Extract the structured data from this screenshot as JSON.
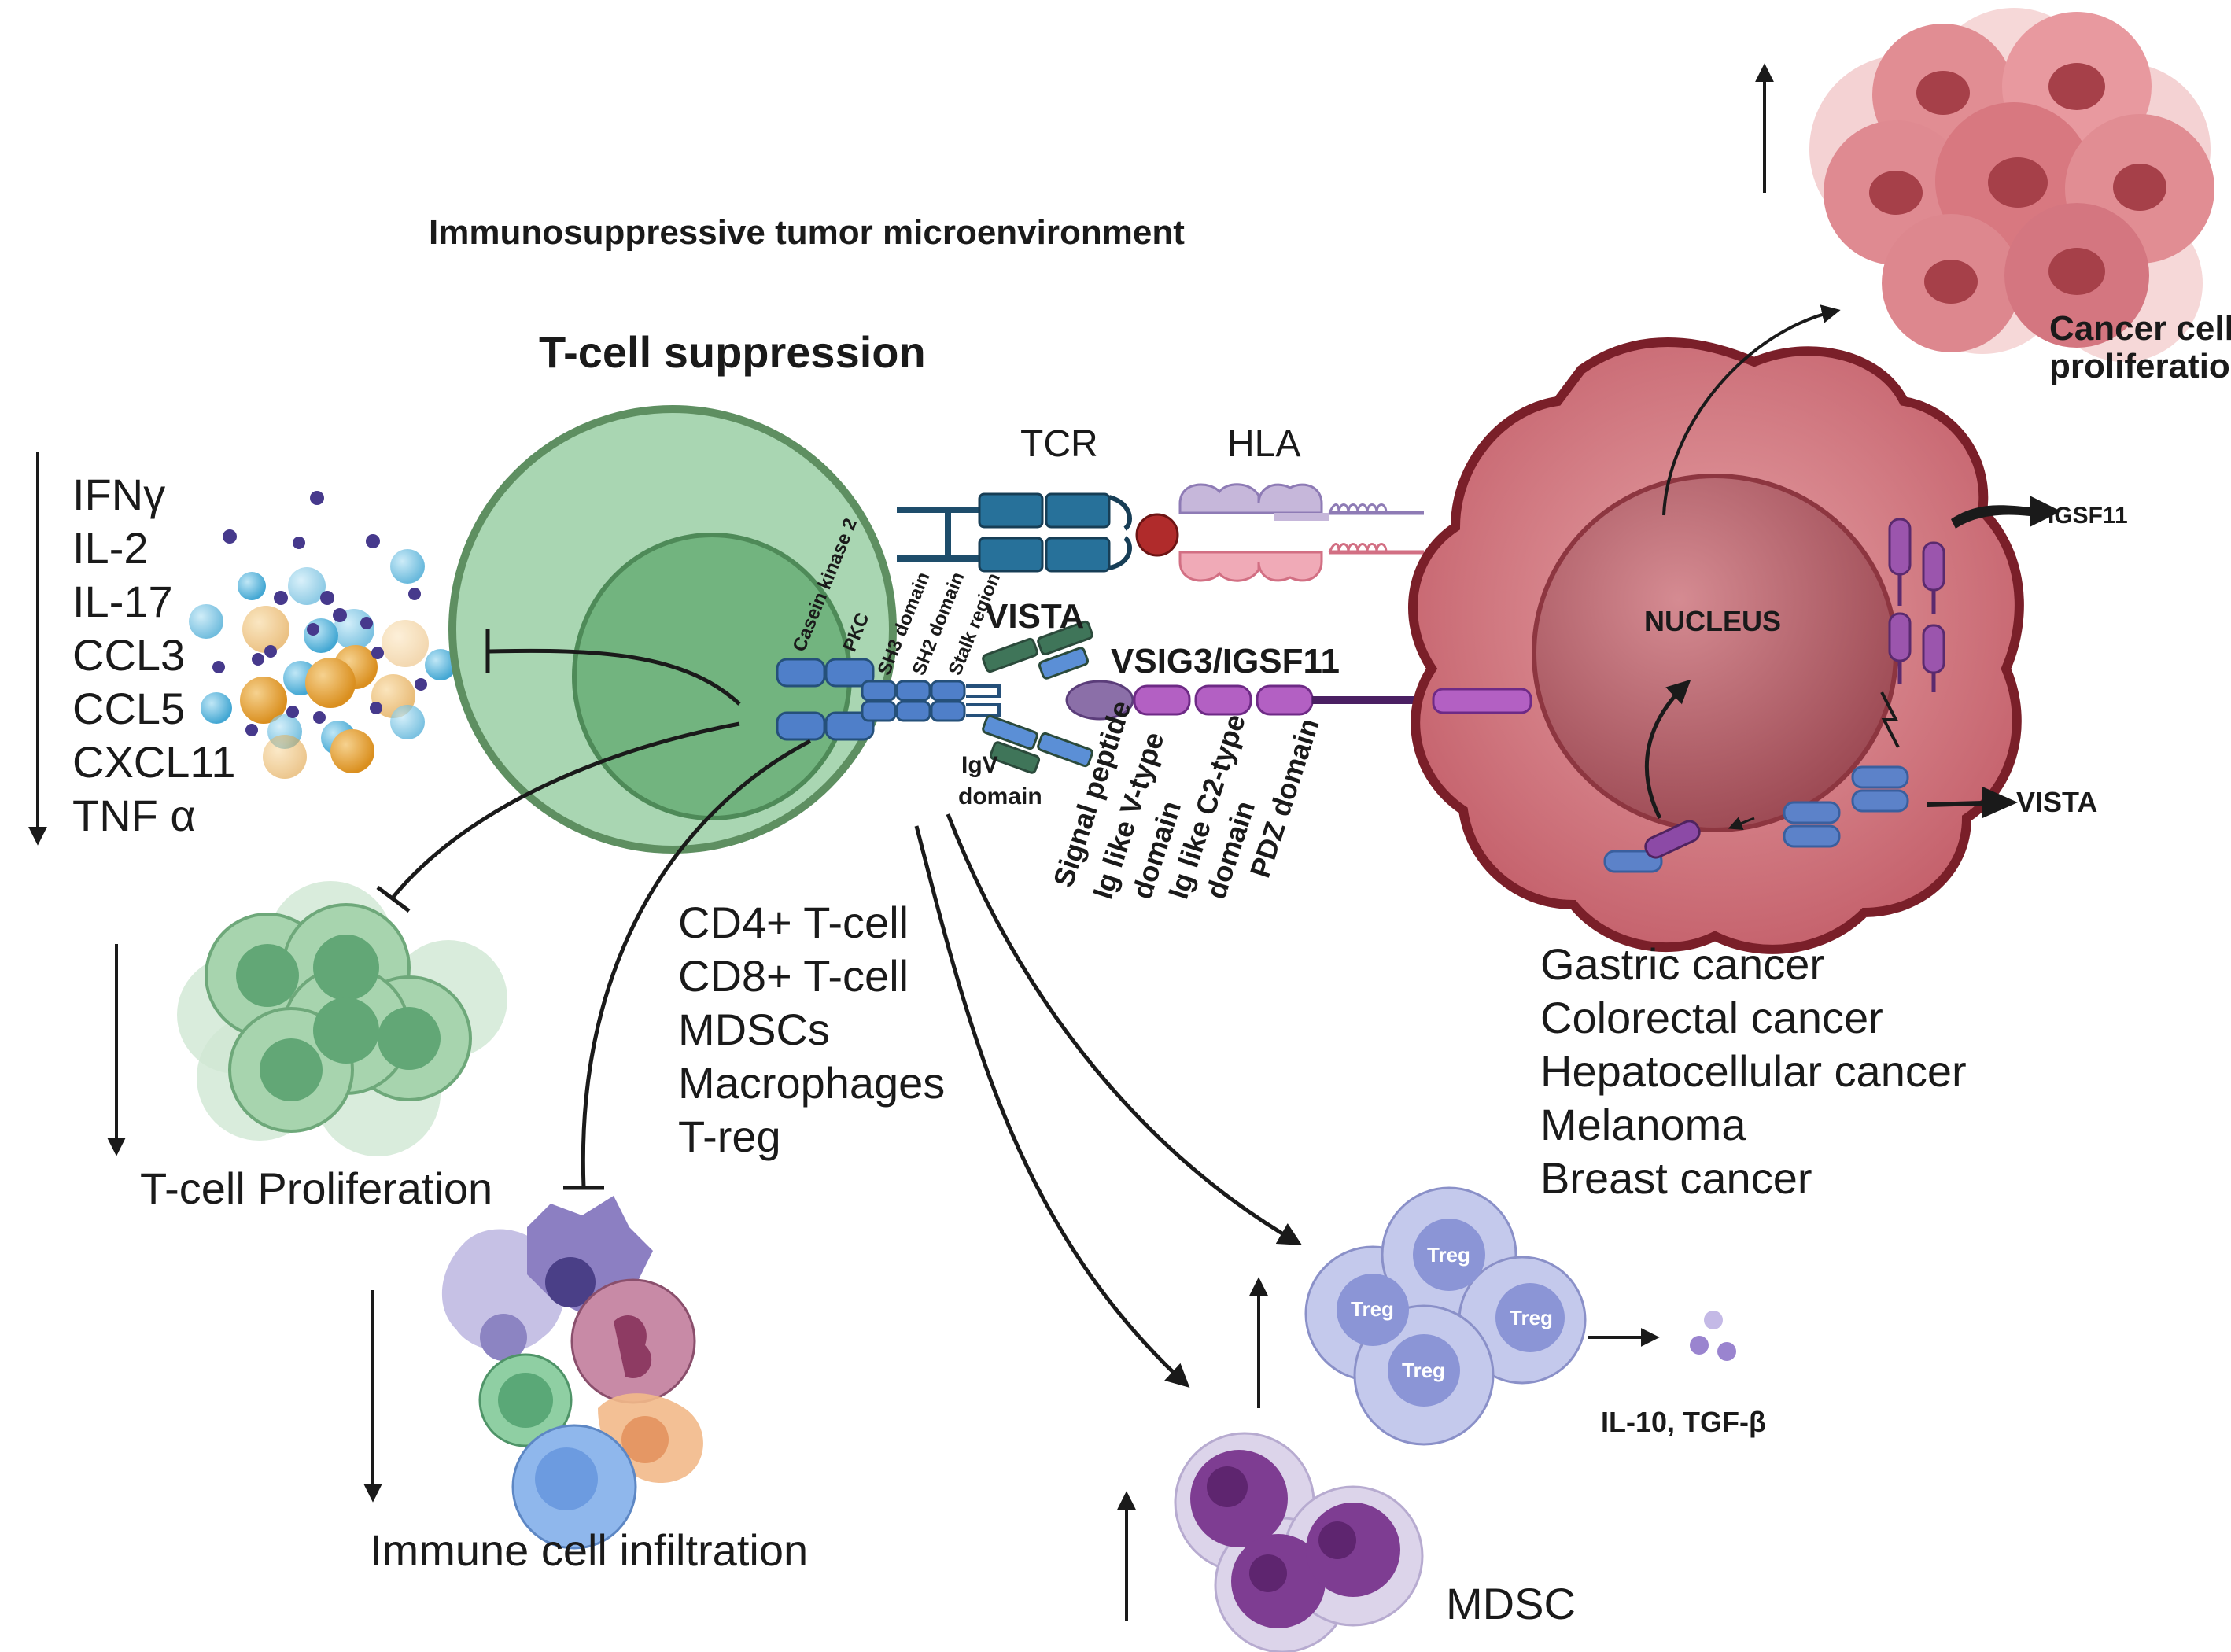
{
  "title": "Immunosuppressive tumor microenvironment",
  "tcell_suppression": "T-cell suppression",
  "cytokines": [
    "IFNγ",
    "IL-2",
    "IL-17",
    "CCL3",
    "CCL5",
    "CXCL11",
    "TNF α"
  ],
  "receptors": {
    "tcr": "TCR",
    "hla": "HLA",
    "vista": "VISTA",
    "vsig3": "VSIG3/IGSF11",
    "igv_domain": [
      "IgV",
      "domain"
    ]
  },
  "tcell_domains": [
    "Casein kinase 2",
    "PKC",
    "SH3 domain",
    "SH2 domain",
    "Stalk region"
  ],
  "vsig3_domains": [
    "Signal peptide",
    "Ig like V-type",
    "domain",
    "Ig like C2-type",
    "domain",
    "PDZ domain"
  ],
  "cell_types": [
    "CD4+ T-cell",
    "CD8+ T-cell",
    "MDSCs",
    "Macrophages",
    "T-reg"
  ],
  "outcomes": {
    "tcell_proliferation": "T-cell Proliferation",
    "immune_infiltration": "Immune cell infiltration",
    "mdsc": "MDSC",
    "il10_tgfb": "IL-10, TGF-β",
    "cancer_proliferation": [
      "Cancer cell",
      "proliferation"
    ]
  },
  "treg_label": "Treg",
  "tumor": {
    "nucleus": "NUCLEUS",
    "igsf11": "IGSF11",
    "vista": "VISTA"
  },
  "cancers": [
    "Gastric cancer",
    "Colorectal cancer",
    "Hepatocellular cancer",
    "Melanoma",
    "Breast cancer"
  ],
  "colors": {
    "tcell_outer": "#a8d5b0",
    "tcell_border": "#5a8f5e",
    "tcell_inner": "#6fb37c",
    "tumor": "#c9707a",
    "tumor_border": "#8a2a33",
    "nucleus": "#a8525c",
    "treg": "#9fa8dd",
    "mdsc": "#7b3a8c",
    "receptor_blue": "#2f6b96",
    "vsig3_purple": "#a45bb8"
  }
}
